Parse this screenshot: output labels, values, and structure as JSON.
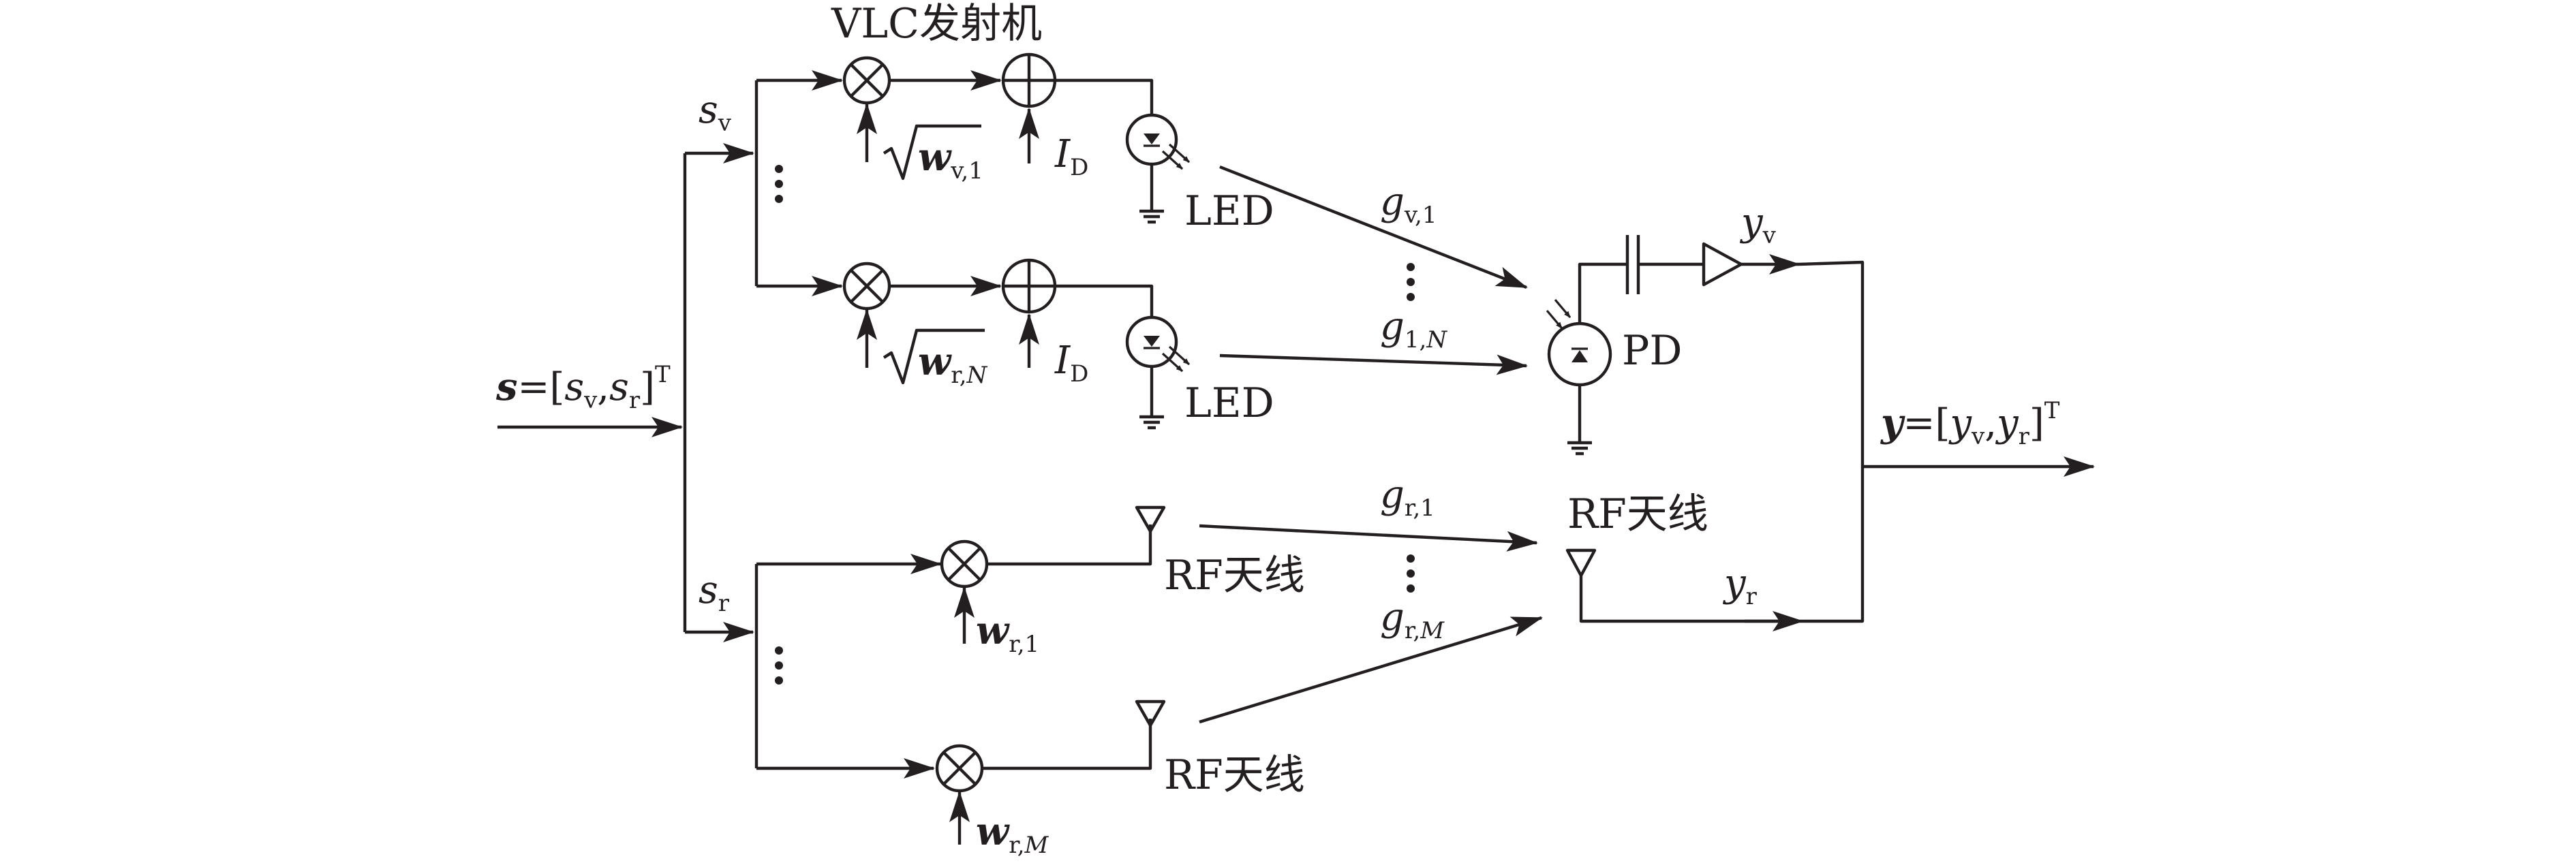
{
  "labels": {
    "vlc_transmitter": "VLC发射机",
    "led_1": "LED",
    "led_n": "LED",
    "pd": "PD",
    "rf_antenna_1": "RF天线",
    "rf_antenna_m": "RF天线",
    "rf_antenna_rx": "RF天线"
  },
  "input_signal": {
    "lhs": "s",
    "eq": "=[",
    "v": "s",
    "v_sub": "v",
    "comma": ",",
    "r": "s",
    "r_sub": "r",
    "close": "]",
    "sup": "T"
  },
  "output_signal": {
    "lhs": "y",
    "eq": "=[",
    "v": "y",
    "v_sub": "v",
    "comma": ",",
    "r": "y",
    "r_sub": "r",
    "close": "]",
    "sup": "T"
  },
  "branch_signals": {
    "sv": {
      "sym": "s",
      "sub": "v"
    },
    "sr": {
      "sym": "s",
      "sub": "r"
    }
  },
  "weights": {
    "wv1": {
      "sym": "w",
      "sub": "v,1"
    },
    "wrN": {
      "sym": "w",
      "sub_a": "r,",
      "sub_b": "N"
    },
    "wr1": {
      "sym": "w",
      "sub": "r,1"
    },
    "wrM": {
      "sym": "w",
      "sub_a": "r,",
      "sub_b": "M"
    }
  },
  "bias": {
    "sym": "I",
    "sub": "D"
  },
  "gains": {
    "gv1": {
      "sym": "g",
      "sub": "v,1"
    },
    "g1N": {
      "sym": "g",
      "sub_a": "1,",
      "sub_b": "N"
    },
    "gr1": {
      "sym": "g",
      "sub": "r,1"
    },
    "grM": {
      "sym": "g",
      "sub_a": "r,",
      "sub_b": "M"
    }
  },
  "outputs": {
    "yv": {
      "sym": "y",
      "sub": "v"
    },
    "yr": {
      "sym": "y",
      "sub": "r"
    }
  }
}
